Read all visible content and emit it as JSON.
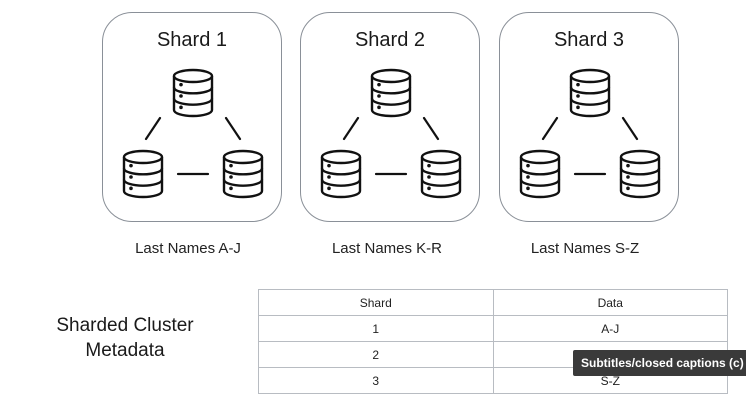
{
  "shards": [
    {
      "title": "Shard 1",
      "caption": "Last Names A-J"
    },
    {
      "title": "Shard 2",
      "caption": "Last Names K-R"
    },
    {
      "title": "Shard 3",
      "caption": "Last Names S-Z"
    }
  ],
  "cluster_label": {
    "line1": "Sharded Cluster",
    "line2": "Metadata"
  },
  "metadata_table": {
    "headers": [
      "Shard",
      "Data"
    ],
    "rows": [
      [
        "1",
        "A-J"
      ],
      [
        "2",
        ""
      ],
      [
        "3",
        "S-Z"
      ]
    ]
  },
  "caption_overlay": {
    "text": "Subtitles/closed captions (c)"
  },
  "icons": {
    "node": "database-icon"
  },
  "colors": {
    "stroke": "#111111",
    "box_border": "#8a9098",
    "table_border": "#b8bcc2",
    "overlay_bg": "#3a3a3a"
  }
}
